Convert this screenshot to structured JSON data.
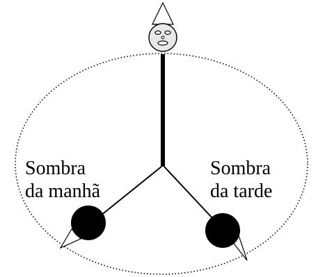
{
  "labels": {
    "morning_line1": "Sombra",
    "morning_line2": "da manhã",
    "afternoon_line1": "Sombra",
    "afternoon_line2": "da tarde"
  },
  "colors": {
    "ink": "#000000",
    "paper": "#ffffff"
  }
}
